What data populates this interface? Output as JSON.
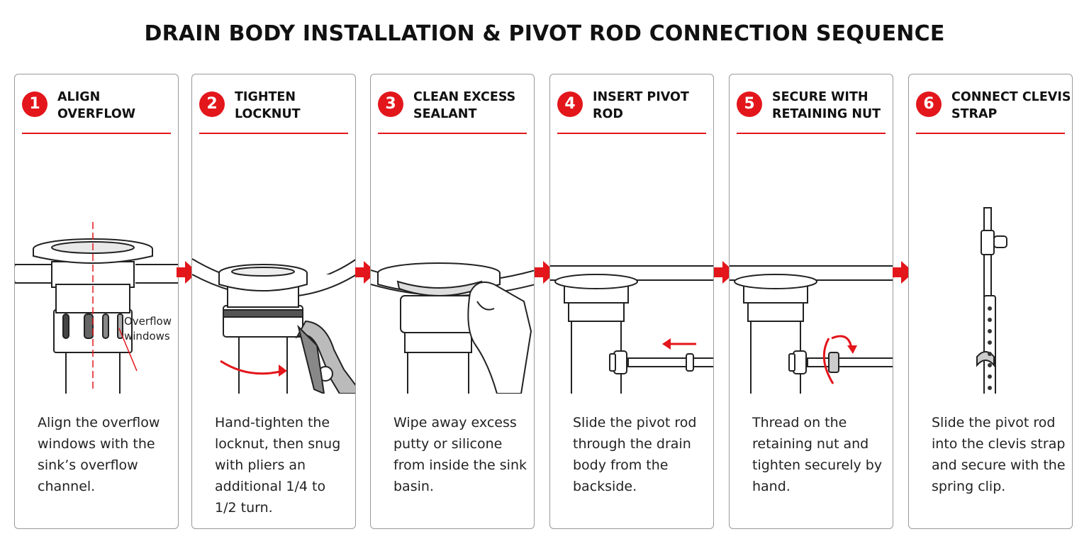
{
  "title": "DRAIN BODY INSTALLATION & PIVOT ROD CONNECTION SEQUENCE",
  "accent_color": "#e3161b",
  "steps": [
    {
      "number": "1",
      "title": "ALIGN OVERFLOW",
      "description": "Align the overflow windows with the sink’s overflow channel.",
      "callout": "Overflow windows"
    },
    {
      "number": "2",
      "title": "TIGHTEN LOCKNUT",
      "description": "Hand-tighten the locknut, then snug with pliers an additional 1/4 to 1/2 turn."
    },
    {
      "number": "3",
      "title": "CLEAN EXCESS SEALANT",
      "description": "Wipe away excess putty or silicone from inside the sink basin."
    },
    {
      "number": "4",
      "title": "INSERT PIVOT ROD",
      "description": "Slide the pivot rod through the drain body from the backside."
    },
    {
      "number": "5",
      "title": "SECURE WITH RETAINING NUT",
      "description": "Thread on the retaining nut and tighten securely by hand."
    },
    {
      "number": "6",
      "title": "CONNECT CLEVIS STRAP",
      "description": "Slide the pivot rod into the clevis strap and secure with the spring clip."
    }
  ],
  "icons": {
    "flow_arrow": "right-arrow-icon",
    "motion_arrow": "curved-arrow-icon",
    "direction_arrow": "straight-arrow-icon"
  }
}
